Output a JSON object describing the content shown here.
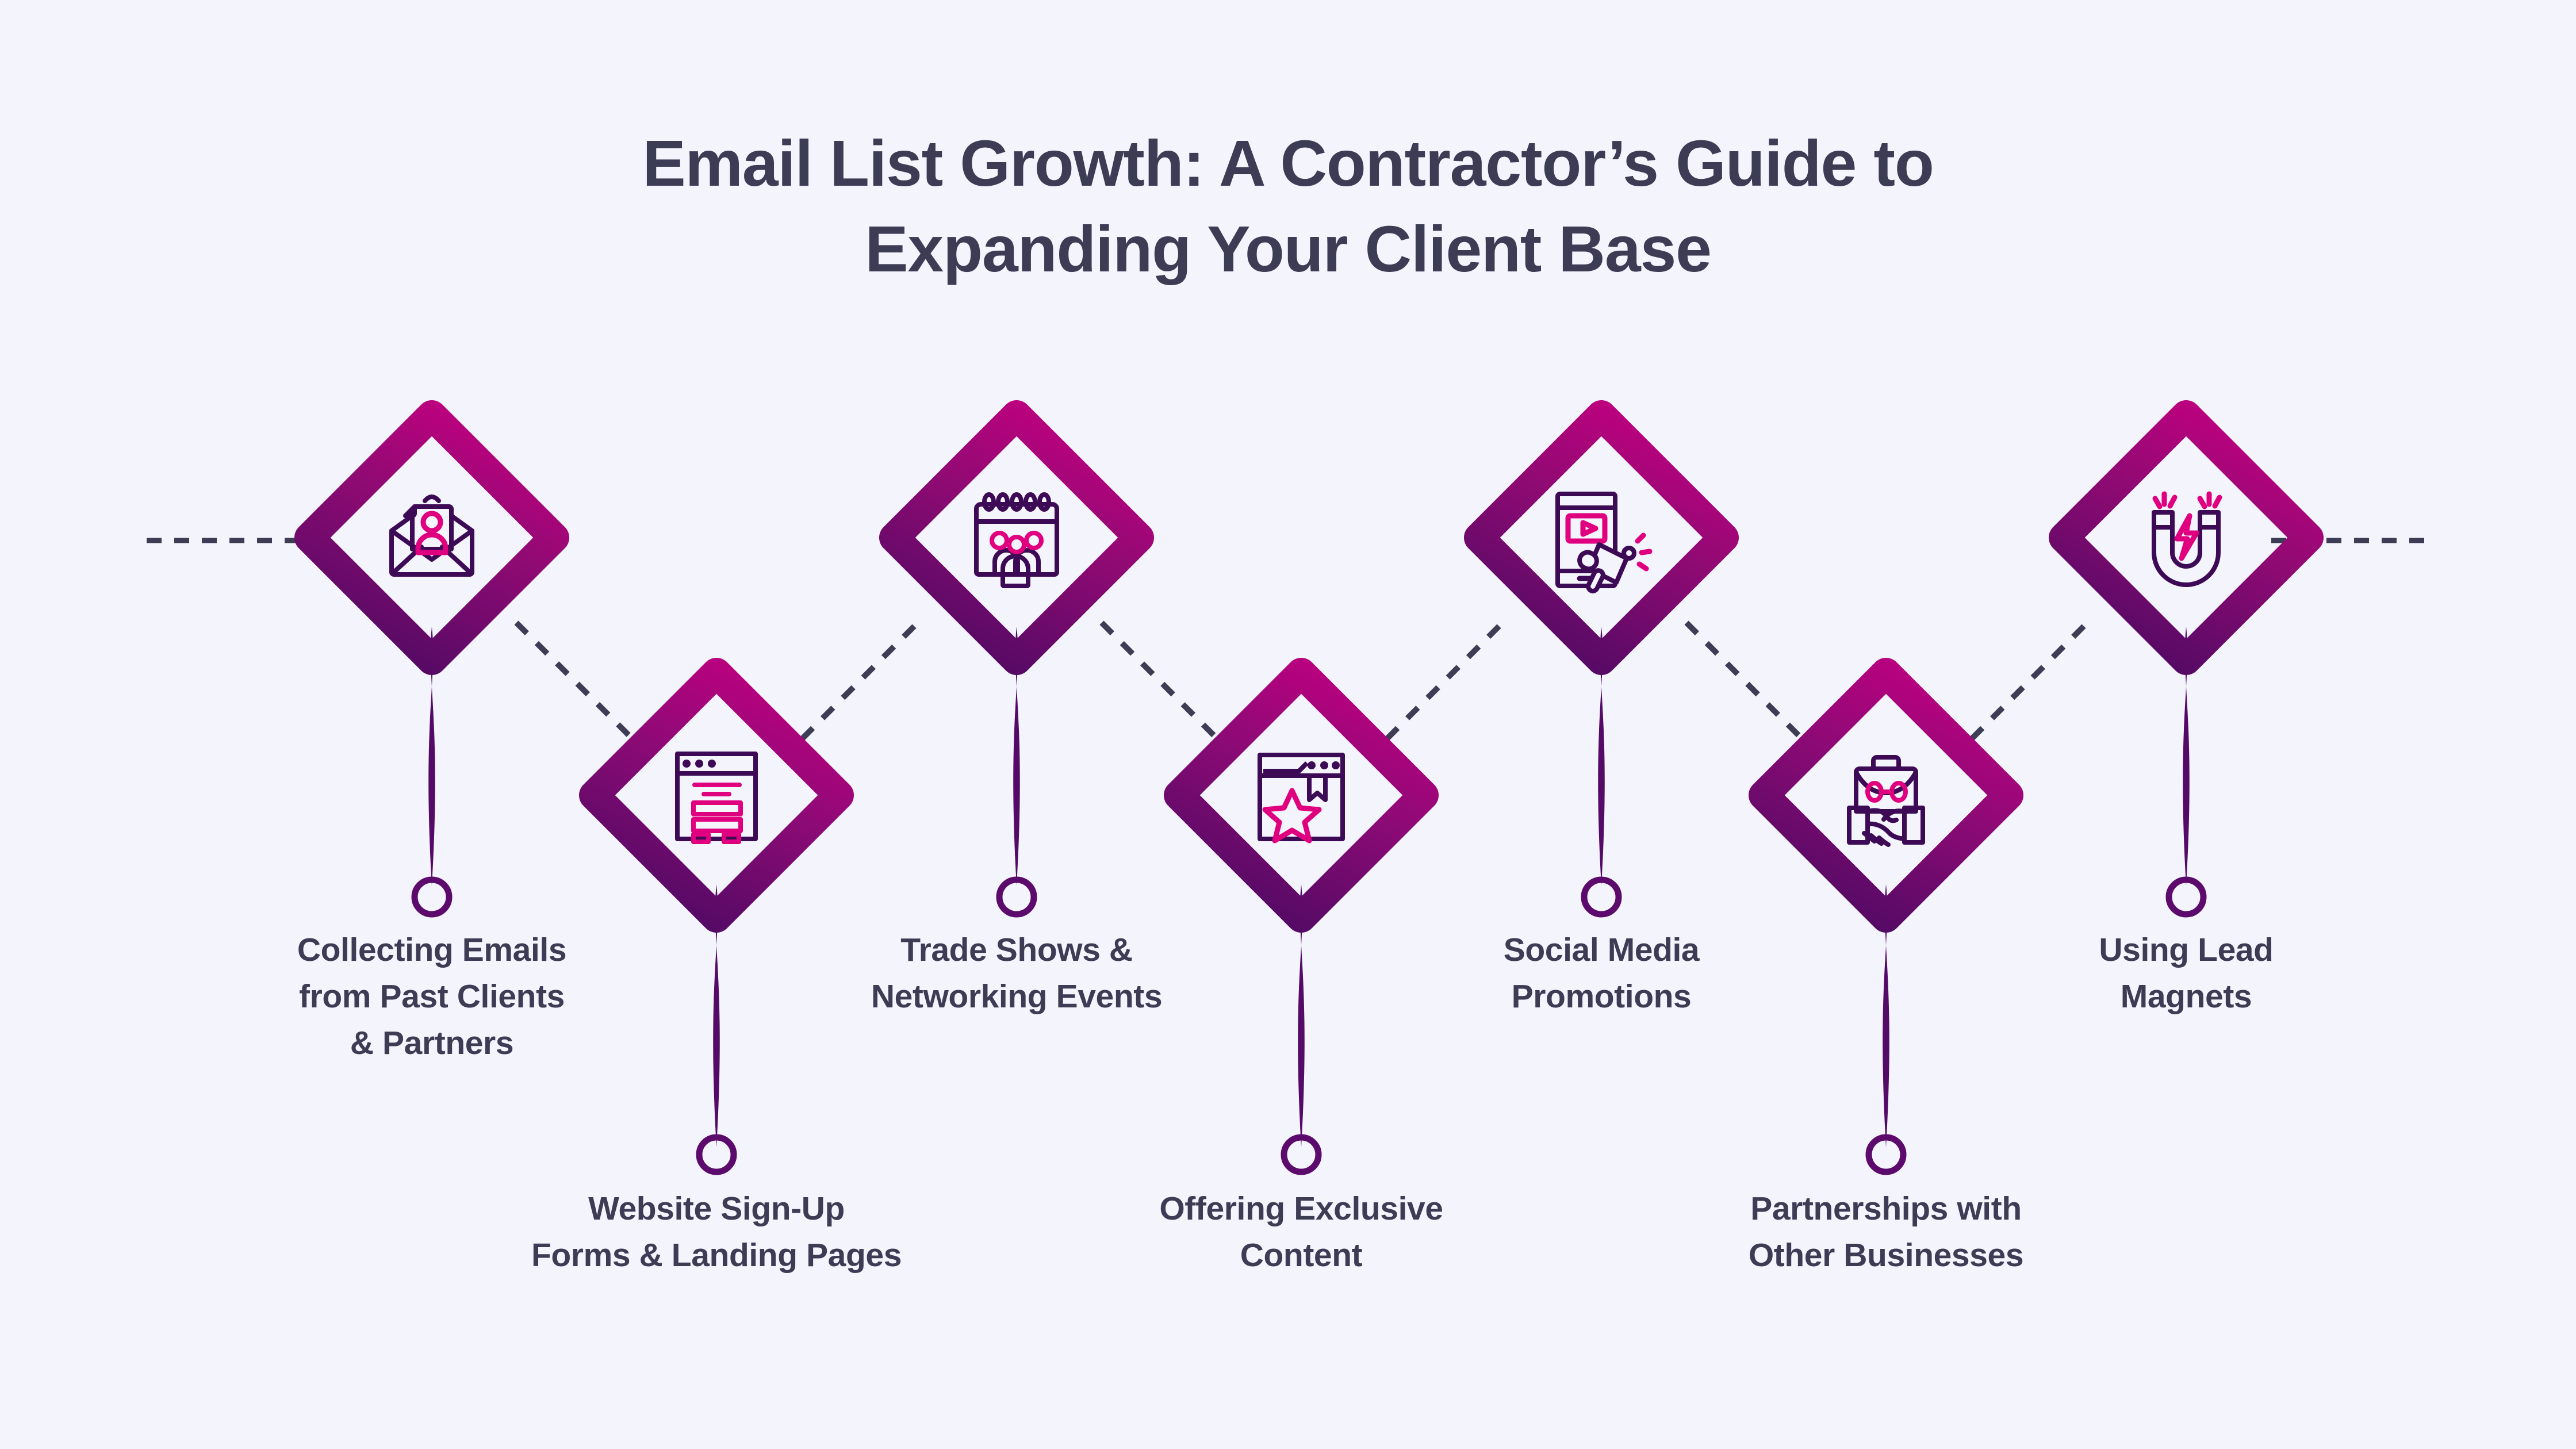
{
  "header": {
    "title_line1": "Email List Growth: A Contractor’s Guide to",
    "title_line2": "Expanding Your Client Base",
    "title_full": "Email List Growth: A Contractor’s Guide to Expanding Your Client Base"
  },
  "theme": {
    "background": "#f4f4fd",
    "text_dark": "#3c3c55",
    "diamond_gradient_start": "#c0007f",
    "diamond_gradient_end": "#4f0a63",
    "icon_dark": "#3d0a55",
    "icon_accent": "#e0007f",
    "dashed_line": "#3d3d55",
    "stem": "#5c0a6c"
  },
  "nodes": [
    {
      "index": 1,
      "label": "Collecting Emails\nfrom Past Clients\n& Partners",
      "icon": "envelope-person-icon",
      "row": "top"
    },
    {
      "index": 2,
      "label": "Website Sign-Up\nForms & Landing Pages",
      "icon": "browser-signup-form-icon",
      "row": "bottom"
    },
    {
      "index": 3,
      "label": "Trade Shows &\nNetworking Events",
      "icon": "calendar-people-icon",
      "row": "top"
    },
    {
      "index": 4,
      "label": "Offering Exclusive\nContent",
      "icon": "browser-star-bookmark-icon",
      "row": "bottom"
    },
    {
      "index": 5,
      "label": "Social Media\nPromotions",
      "icon": "smartphone-megaphone-icon",
      "row": "top"
    },
    {
      "index": 6,
      "label": "Partnerships with\nOther Businesses",
      "icon": "briefcase-handshake-icon",
      "row": "bottom"
    },
    {
      "index": 7,
      "label": "Using Lead\nMagnets",
      "icon": "magnet-bolt-icon",
      "row": "top"
    }
  ]
}
